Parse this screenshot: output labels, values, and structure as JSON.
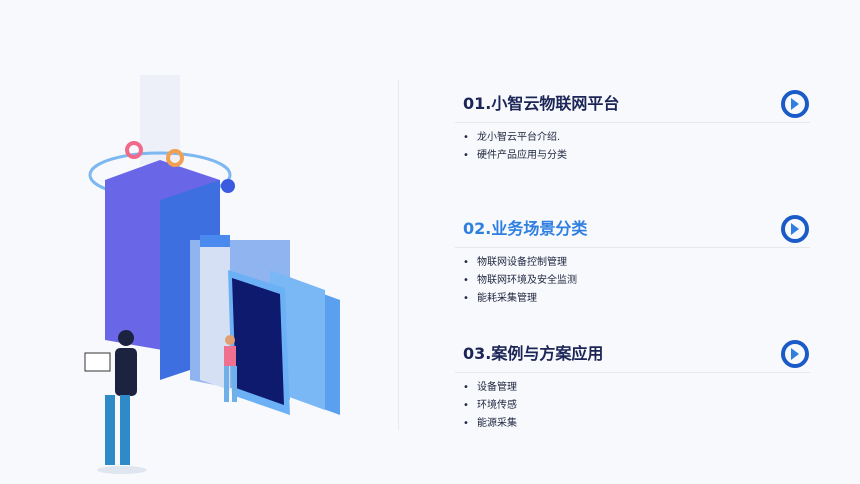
{
  "sections": [
    {
      "title": "01.小智云物联网平台",
      "items": [
        "龙小智云平台介绍.",
        "硬件产品应用与分类"
      ]
    },
    {
      "title": "02.业务场景分类",
      "items": [
        "物联网设备控制管理",
        "物联网环境及安全监测",
        "能耗采集管理"
      ]
    },
    {
      "title": "03.案例与方案应用",
      "items": [
        "设备管理",
        "环境传感",
        "能源采集"
      ]
    }
  ],
  "bullet": "•",
  "colors": {
    "title": "#1b2556",
    "active": "#2f7fe0",
    "accent": "#5a6cf0"
  }
}
